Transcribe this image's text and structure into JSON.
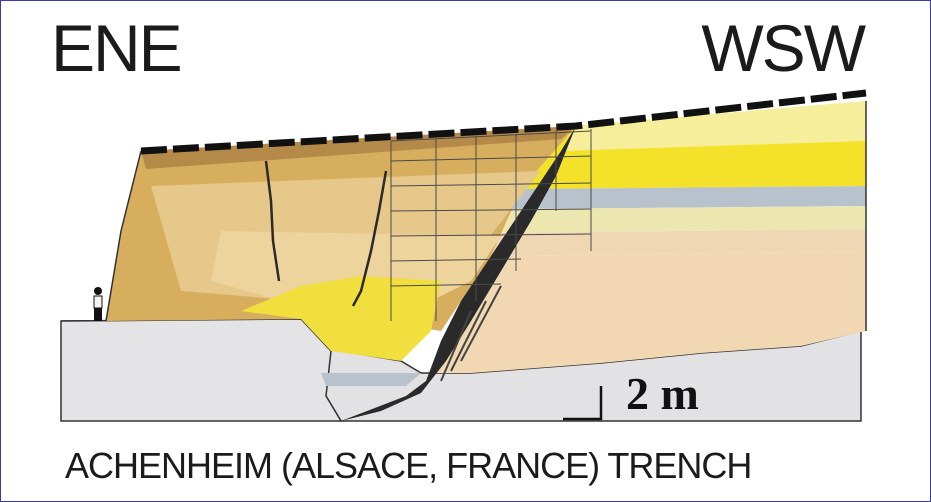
{
  "diagram": {
    "left_label": "ENE",
    "right_label": "WSW",
    "scale_label": "2 m",
    "caption": "ACHENHEIM (ALSACE, FRANCE) TRENCH"
  },
  "colors": {
    "frame": "#3a3aa0",
    "bedrock": "#e2e2e4",
    "ochre": "#d7ad5e",
    "tan": "#e6c88a",
    "yellow": "#f3e12a",
    "pale_yellow": "#f6ee9a",
    "peach": "#f2d8b2",
    "grey_band": "#b8c2cc",
    "ink": "#1b1b1b"
  }
}
